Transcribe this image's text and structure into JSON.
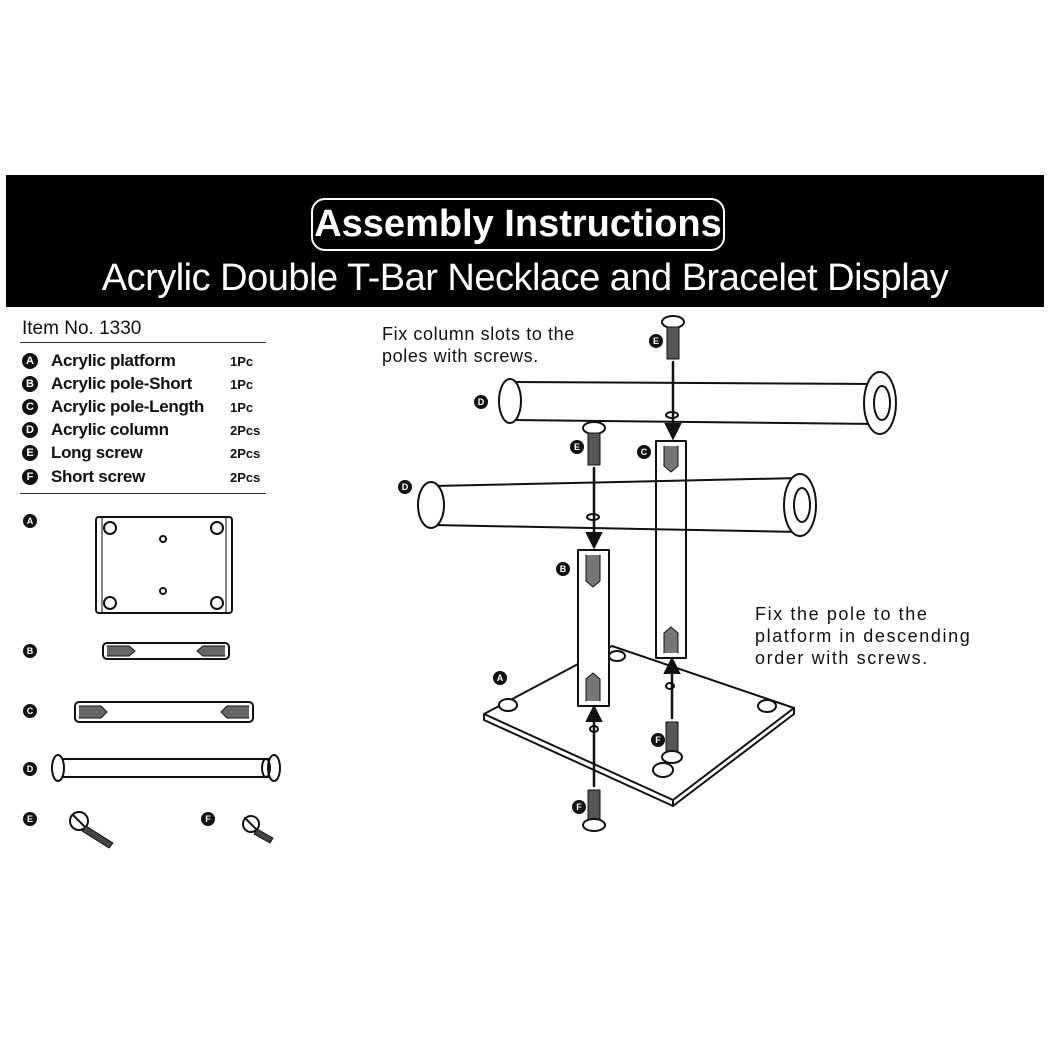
{
  "header": {
    "title": "Assembly Instructions",
    "subtitle": "Acrylic Double T-Bar Necklace and Bracelet Display"
  },
  "parts_list": {
    "item_no": "Item No. 1330",
    "items": [
      {
        "letter": "A",
        "name": "Acrylic platform",
        "qty": "1Pc"
      },
      {
        "letter": "B",
        "name": "Acrylic pole-Short",
        "qty": "1Pc"
      },
      {
        "letter": "C",
        "name": "Acrylic pole-Length",
        "qty": "1Pc"
      },
      {
        "letter": "D",
        "name": "Acrylic column",
        "qty": "2Pcs"
      },
      {
        "letter": "E",
        "name": "Long screw",
        "qty": "2Pcs"
      },
      {
        "letter": "F",
        "name": "Short screw",
        "qty": "2Pcs"
      }
    ]
  },
  "part_labels": {
    "a": "A",
    "b": "B",
    "c": "C",
    "d": "D",
    "e": "E",
    "f": "F"
  },
  "instructions": {
    "step_columns": "Fix column slots to the\npoles with screws.",
    "step_poles": "Fix the pole to the\nplatform in descending\norder with screws."
  }
}
